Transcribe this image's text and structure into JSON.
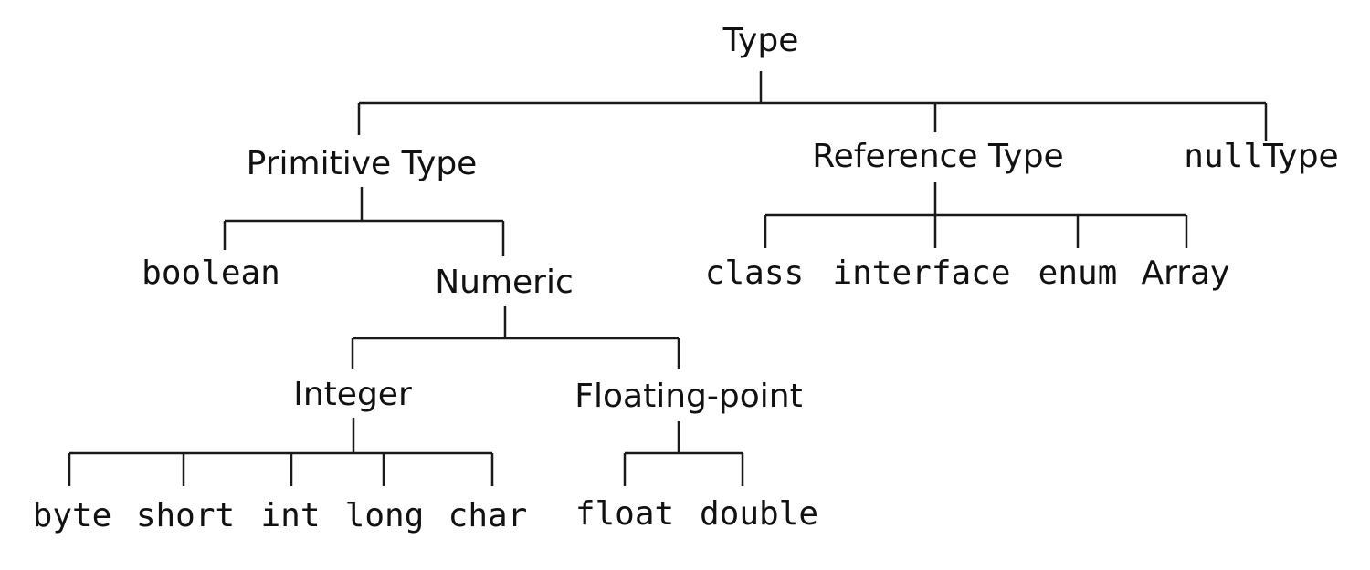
{
  "diagram": {
    "root": "Type",
    "primitive": {
      "label": "Primitive Type",
      "boolean": "boolean",
      "numeric": {
        "label": "Numeric",
        "integer": {
          "label": "Integer",
          "children": [
            "byte",
            "short",
            "int",
            "long",
            "char"
          ]
        },
        "floating": {
          "label": "Floating-point",
          "children": [
            "float",
            "double"
          ]
        }
      }
    },
    "reference": {
      "label": "Reference Type",
      "children": [
        "class",
        "interface",
        "enum",
        "Array"
      ]
    },
    "null_type": {
      "prefix": "null",
      "suffix": "Type"
    }
  }
}
